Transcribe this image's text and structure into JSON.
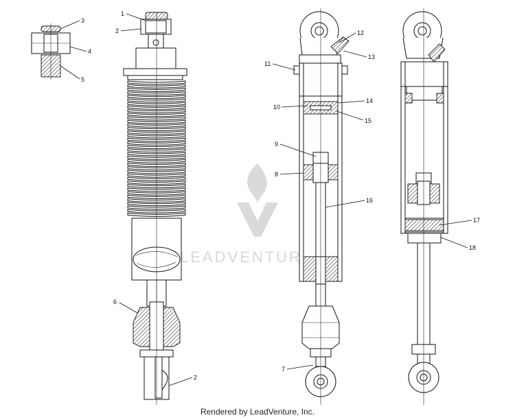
{
  "watermark": {
    "text": "LEADVENTURE"
  },
  "footer": {
    "text": "Rendered by LeadVenture, Inc."
  },
  "callouts": {
    "c1": "1",
    "c2a": "2",
    "c2b": "2",
    "c3": "3",
    "c4": "4",
    "c5": "5",
    "c6": "6",
    "c7": "7",
    "c8": "8",
    "c9": "9",
    "c10": "10",
    "c11": "11",
    "c12": "12",
    "c13": "13",
    "c14": "14",
    "c15": "15",
    "c16": "16",
    "c17": "17",
    "c18": "18"
  },
  "colors": {
    "line": "#111111",
    "watermark": "#d8d8d8",
    "background": "#ffffff"
  }
}
